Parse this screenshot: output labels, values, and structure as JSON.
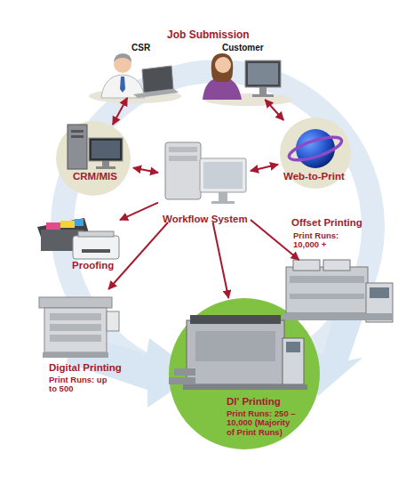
{
  "diagram": {
    "nodes": [
      {
        "text": [
          "CSR"
        ]
      },
      {
        "text": [
          "Customer"
        ]
      },
      {
        "text": [
          "CRM/MIS"
        ]
      },
      {
        "text": [
          "Web-to-Print"
        ]
      },
      {
        "text": [
          "Workflow System"
        ]
      },
      {
        "text": [
          "Proofing"
        ]
      },
      {
        "text": [
          "Offset Printing",
          "Print Runs: 10,000 +"
        ]
      },
      {
        "text": [
          "Digital Printing",
          "Print Runs: up to 500"
        ]
      },
      {
        "text": [
          "DI' Printing",
          "Print Runs: 250 – 10,000 (Majority of Print Runs)"
        ]
      }
    ],
    "edges": [
      {
        "from": 0,
        "to": 2,
        "arrow": "both"
      },
      {
        "from": 1,
        "to": 3,
        "arrow": "both"
      },
      {
        "from": 2,
        "to": 4,
        "arrow": "both"
      },
      {
        "from": 3,
        "to": 4,
        "arrow": "both"
      },
      {
        "from": 4,
        "to": 5,
        "arrow": "to"
      },
      {
        "from": 4,
        "to": 6,
        "arrow": "to"
      },
      {
        "from": 4,
        "to": 7,
        "arrow": "to"
      },
      {
        "from": 4,
        "to": 8,
        "arrow": "to"
      }
    ],
    "labels": [
      "Job Submission"
    ]
  }
}
